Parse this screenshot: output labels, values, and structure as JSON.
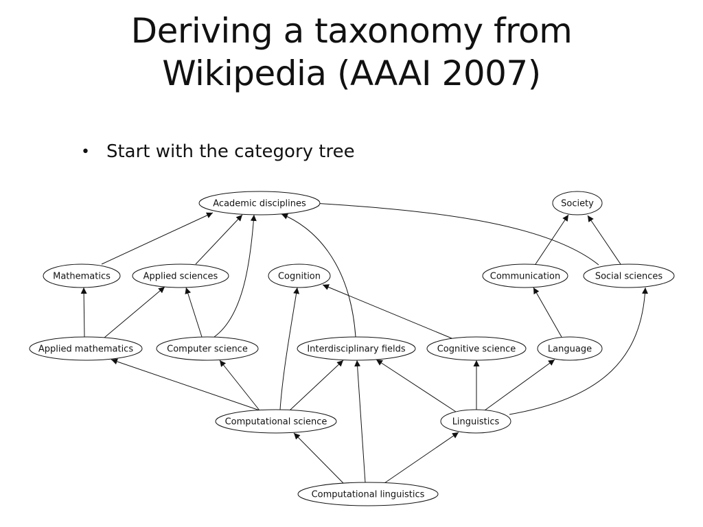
{
  "slide": {
    "title_line1": "Deriving a taxonomy from",
    "title_line2": "Wikipedia (AAAI 2007)",
    "bullet": "Start with the category tree"
  },
  "graph": {
    "nodes": [
      {
        "id": "academic",
        "label": "Academic disciplines"
      },
      {
        "id": "society",
        "label": "Society"
      },
      {
        "id": "mathematics",
        "label": "Mathematics"
      },
      {
        "id": "applied_sci",
        "label": "Applied sciences"
      },
      {
        "id": "cognition",
        "label": "Cognition"
      },
      {
        "id": "communication",
        "label": "Communication"
      },
      {
        "id": "social_sci",
        "label": "Social sciences"
      },
      {
        "id": "applied_math",
        "label": "Applied mathematics"
      },
      {
        "id": "comp_sci",
        "label": "Computer science"
      },
      {
        "id": "interdisc",
        "label": "Interdisciplinary fields"
      },
      {
        "id": "cog_sci",
        "label": "Cognitive science"
      },
      {
        "id": "language",
        "label": "Language"
      },
      {
        "id": "comp_science",
        "label": "Computational science"
      },
      {
        "id": "linguistics",
        "label": "Linguistics"
      },
      {
        "id": "comp_ling",
        "label": "Computational linguistics"
      }
    ],
    "edges": [
      {
        "from": "mathematics",
        "to": "academic"
      },
      {
        "from": "applied_sci",
        "to": "academic"
      },
      {
        "from": "comp_sci",
        "to": "academic"
      },
      {
        "from": "interdisc",
        "to": "academic"
      },
      {
        "from": "social_sci",
        "to": "academic"
      },
      {
        "from": "communication",
        "to": "society"
      },
      {
        "from": "social_sci",
        "to": "society"
      },
      {
        "from": "applied_math",
        "to": "mathematics"
      },
      {
        "from": "applied_math",
        "to": "applied_sci"
      },
      {
        "from": "comp_sci",
        "to": "applied_sci"
      },
      {
        "from": "cog_sci",
        "to": "cognition"
      },
      {
        "from": "language",
        "to": "communication"
      },
      {
        "from": "comp_science",
        "to": "applied_math"
      },
      {
        "from": "comp_science",
        "to": "comp_sci"
      },
      {
        "from": "comp_science",
        "to": "cognition"
      },
      {
        "from": "comp_science",
        "to": "interdisc"
      },
      {
        "from": "linguistics",
        "to": "interdisc"
      },
      {
        "from": "linguistics",
        "to": "cog_sci"
      },
      {
        "from": "linguistics",
        "to": "language"
      },
      {
        "from": "linguistics",
        "to": "social_sci"
      },
      {
        "from": "comp_ling",
        "to": "comp_science"
      },
      {
        "from": "comp_ling",
        "to": "interdisc"
      },
      {
        "from": "comp_ling",
        "to": "linguistics"
      }
    ]
  }
}
